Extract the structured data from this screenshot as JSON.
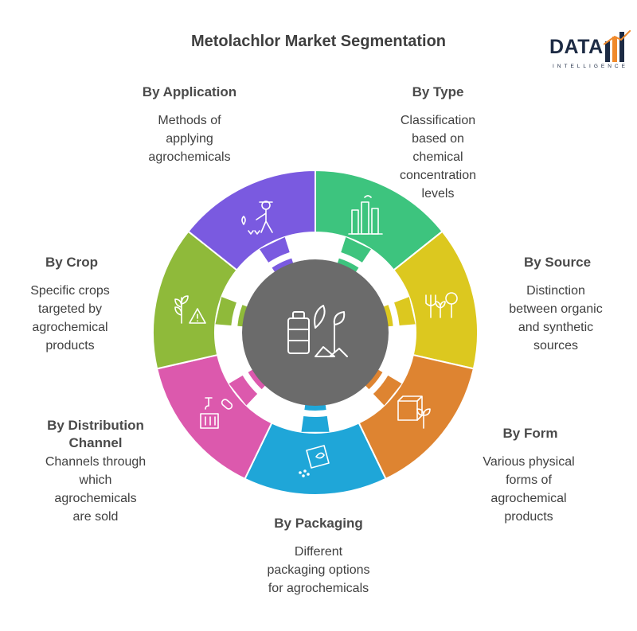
{
  "title": "Metolachlor Market Segmentation",
  "logo": {
    "word": "DATA",
    "sub": "INTELLIGENCE"
  },
  "center_icon": "agrochemical-bottle-leaf-icon",
  "colors": {
    "type": "#3dc47e",
    "source": "#dcc81f",
    "form": "#de8431",
    "packaging": "#1fa6d8",
    "distribution": "#dc59ad",
    "crop": "#8fba3a",
    "application": "#7a5ae0",
    "center": "#6b6b6b"
  },
  "segments": {
    "type": {
      "heading": "By Type",
      "lines": [
        "Classification",
        "based on",
        "chemical",
        "concentration",
        "levels"
      ],
      "icon": "factory-icon"
    },
    "source": {
      "heading": "By Source",
      "lines": [
        "Distinction",
        "between organic",
        "and synthetic",
        "sources"
      ],
      "icon": "plant-source-icon"
    },
    "form": {
      "heading": "By Form",
      "lines": [
        "Various physical",
        "forms of",
        "agrochemical",
        "products"
      ],
      "icon": "box-sprout-icon"
    },
    "packaging": {
      "heading": "By Packaging",
      "lines": [
        "Different",
        "packaging options",
        "for agrochemicals"
      ],
      "icon": "seed-packet-icon"
    },
    "distribution": {
      "heading_lines": [
        "By Distribution",
        "Channel"
      ],
      "lines": [
        "Channels through",
        "which",
        "agrochemicals",
        "are sold"
      ],
      "icon": "crane-crate-icon"
    },
    "crop": {
      "heading": "By Crop",
      "lines": [
        "Specific crops",
        "targeted by",
        "agrochemical",
        "products"
      ],
      "icon": "crop-warning-icon"
    },
    "application": {
      "heading": "By Application",
      "lines": [
        "Methods of",
        "applying",
        "agrochemicals"
      ],
      "icon": "farmer-sowing-icon"
    }
  }
}
